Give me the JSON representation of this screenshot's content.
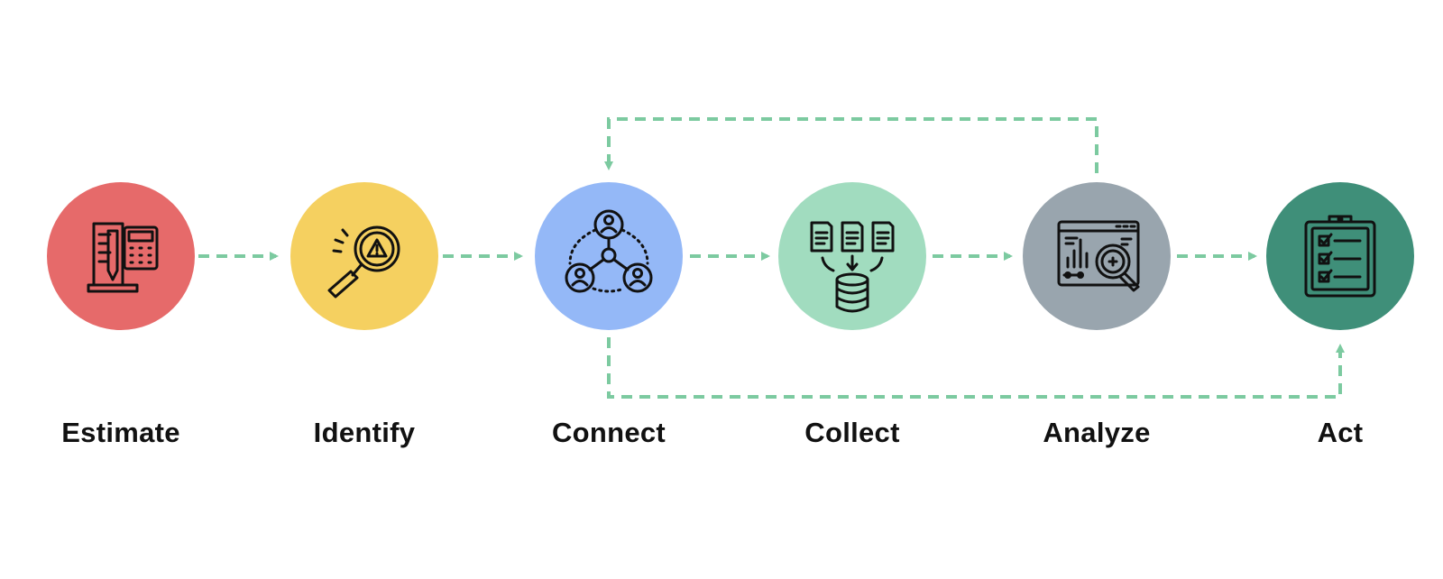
{
  "diagram": {
    "steps": [
      {
        "label": "Estimate",
        "color": "#e66a6a",
        "icon": "estimate-icon"
      },
      {
        "label": "Identify",
        "color": "#f5d060",
        "icon": "risk-search-icon"
      },
      {
        "label": "Connect",
        "color": "#94b8f7",
        "icon": "network-people-icon"
      },
      {
        "label": "Collect",
        "color": "#a1dcbf",
        "icon": "data-collection-icon"
      },
      {
        "label": "Analyze",
        "color": "#99a5ae",
        "icon": "analytics-dashboard-icon"
      },
      {
        "label": "Act",
        "color": "#3f8f79",
        "icon": "checklist-clipboard-icon"
      }
    ],
    "arrow_color": "#7ccaa0",
    "connections": [
      {
        "from": "Estimate",
        "to": "Identify"
      },
      {
        "from": "Identify",
        "to": "Connect"
      },
      {
        "from": "Connect",
        "to": "Collect"
      },
      {
        "from": "Collect",
        "to": "Analyze"
      },
      {
        "from": "Analyze",
        "to": "Act"
      },
      {
        "from": "Analyze",
        "to": "Connect"
      },
      {
        "from": "Connect",
        "to": "Act"
      }
    ]
  }
}
